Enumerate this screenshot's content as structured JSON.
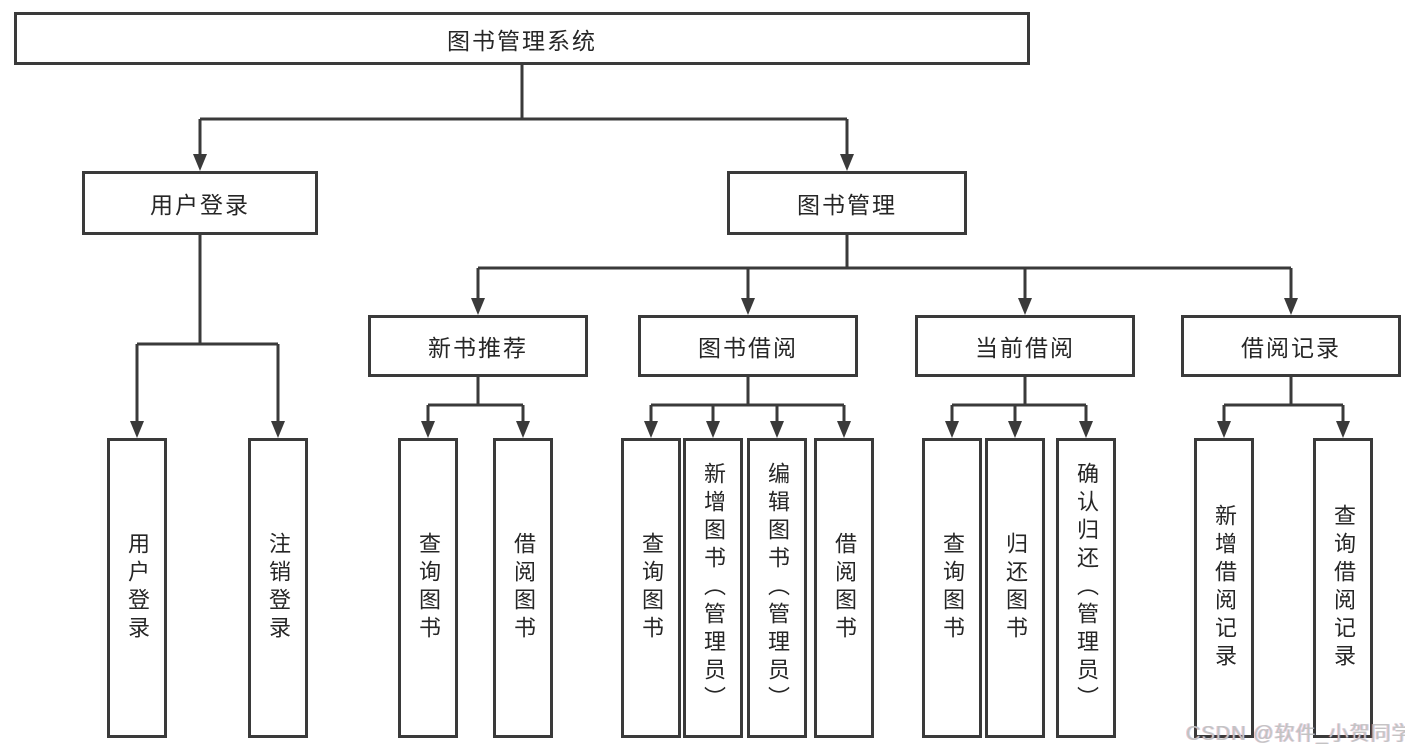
{
  "page": {
    "watermark": "CSDN @软件_小贺同学",
    "colors": {
      "background": "#ffffff",
      "line": "#3a3a3a",
      "box_border": "#3a3a3a",
      "text": "#262626",
      "watermark": "#c3c3c3"
    }
  },
  "tree": {
    "label": "图书管理系统",
    "children": [
      {
        "label": "用户登录",
        "children": [
          {
            "label": "用户登录"
          },
          {
            "label": "注销登录"
          }
        ]
      },
      {
        "label": "图书管理",
        "children": [
          {
            "label": "新书推荐",
            "children": [
              {
                "label": "查询图书"
              },
              {
                "label": "借阅图书"
              }
            ]
          },
          {
            "label": "图书借阅",
            "children": [
              {
                "label": "查询图书"
              },
              {
                "label": "新增图书（管理员）"
              },
              {
                "label": "编辑图书（管理员）"
              },
              {
                "label": "借阅图书"
              }
            ]
          },
          {
            "label": "当前借阅",
            "children": [
              {
                "label": "查询图书"
              },
              {
                "label": "归还图书"
              },
              {
                "label": "确认归还（管理员）"
              }
            ]
          },
          {
            "label": "借阅记录",
            "children": [
              {
                "label": "新增借阅记录"
              },
              {
                "label": "查询借阅记录"
              }
            ]
          }
        ]
      }
    ]
  }
}
